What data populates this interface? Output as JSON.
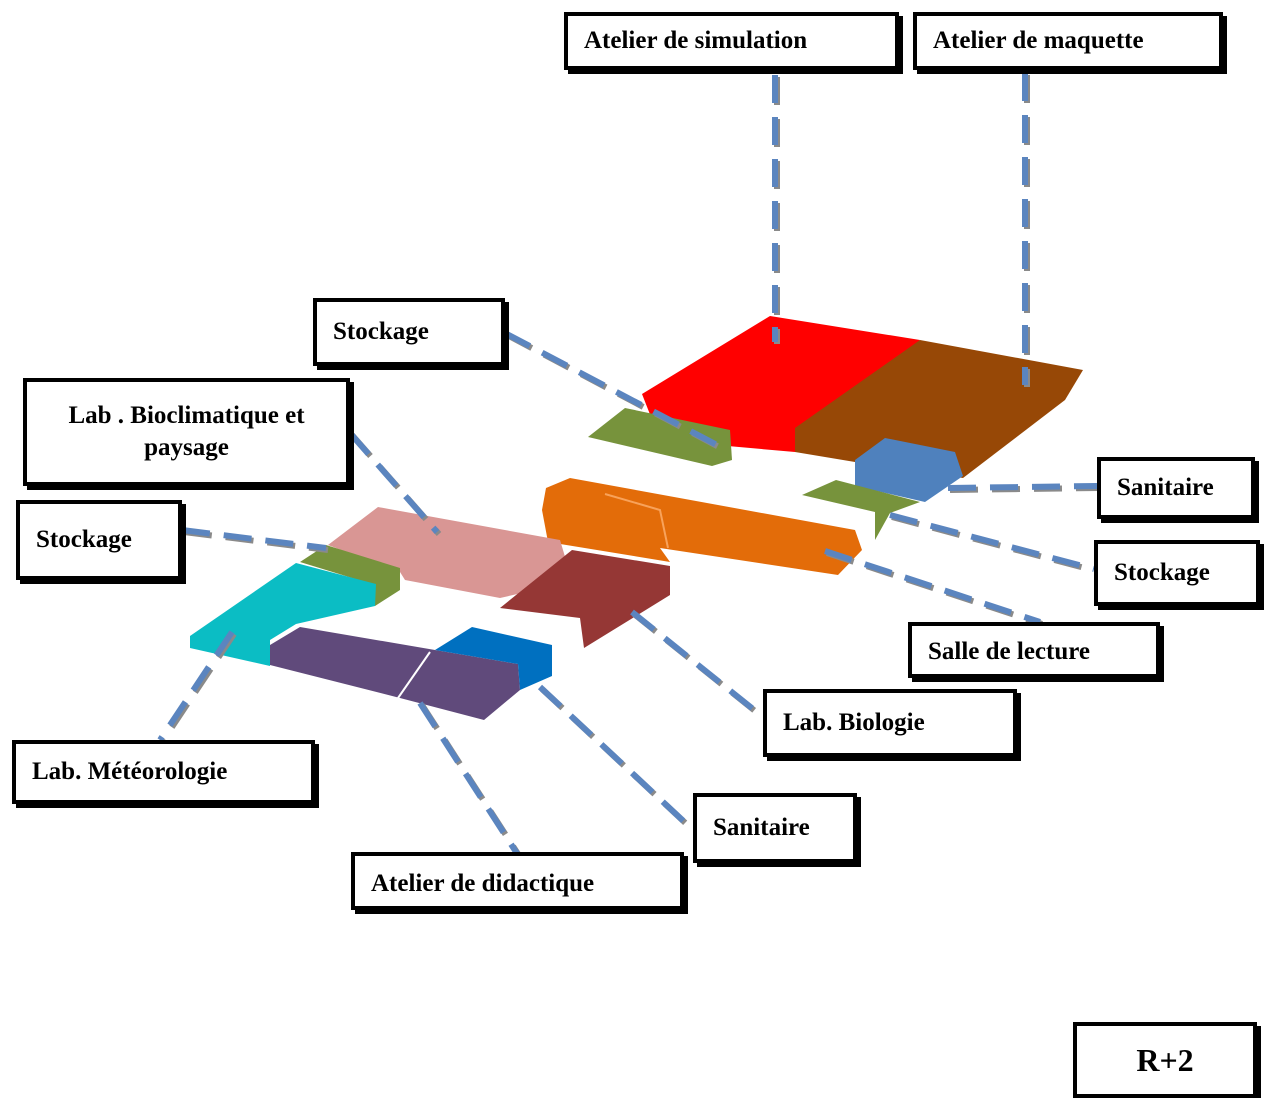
{
  "labels": {
    "atelier_simulation": "Atelier de simulation",
    "atelier_maquette": "Atelier de maquette",
    "stockage_top": "Stockage",
    "lab_bioclimatique": "Lab . Bioclimatique et paysage",
    "stockage_left": "Stockage",
    "sanitaire_right": "Sanitaire",
    "stockage_right": "Stockage",
    "salle_lecture": "Salle de lecture",
    "lab_biologie": "Lab. Biologie",
    "lab_meteorologie": "Lab. Météorologie",
    "sanitaire_bottom": "Sanitaire",
    "atelier_didactique": "Atelier de didactique",
    "level": "R+2"
  },
  "colors": {
    "atelier_simulation": "#ff0000",
    "atelier_maquette": "#974806",
    "stockage": "#77933c",
    "lab_bioclimatique": "#d99694",
    "salle_lecture": "#e36c09",
    "lab_biologie": "#953735",
    "lab_meteorologie": "#0bbdc4",
    "atelier_didactique": "#604a7b",
    "sanitaire_bottom": "#0070c0",
    "sanitaire_right": "#4f81bd",
    "leader_line": "#5b85bf"
  }
}
